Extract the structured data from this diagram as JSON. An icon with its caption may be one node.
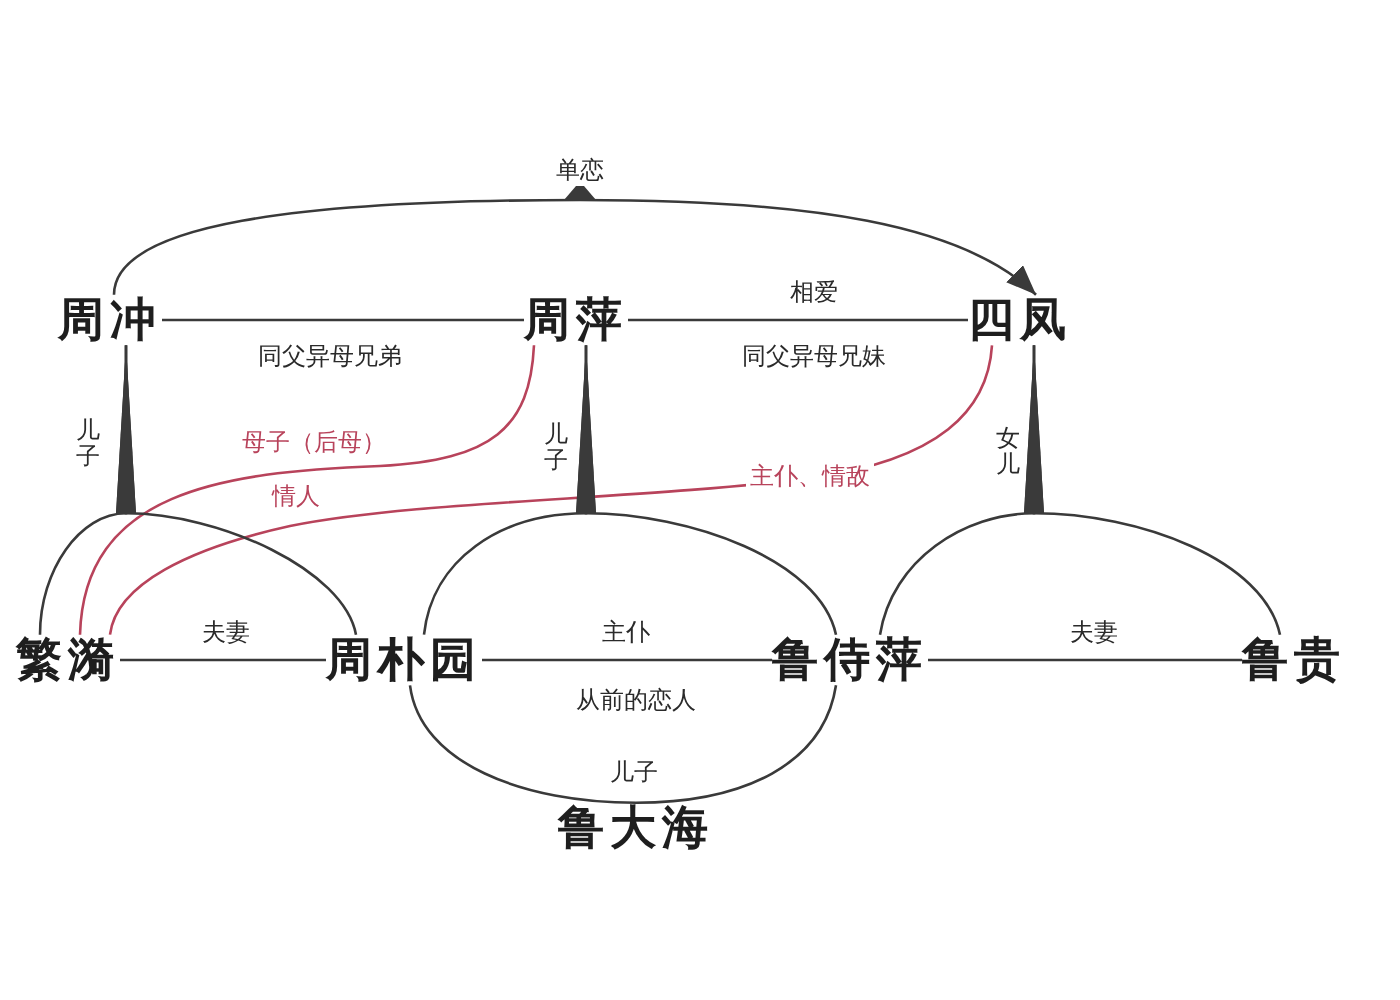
{
  "diagram": {
    "nodes": [
      {
        "text": [
          "周冲"
        ]
      },
      {
        "text": [
          "周萍"
        ]
      },
      {
        "text": [
          "四凤"
        ]
      },
      {
        "text": [
          "繁漪"
        ]
      },
      {
        "text": [
          "周朴园"
        ]
      },
      {
        "text": [
          "鲁侍萍"
        ]
      },
      {
        "text": [
          "鲁贵"
        ]
      },
      {
        "text": [
          "鲁大海"
        ]
      }
    ],
    "edges": [
      {
        "from": 0,
        "to": 2,
        "arrow": "to",
        "label": "单恋"
      },
      {
        "from": 0,
        "to": 1,
        "arrow": "none",
        "label": "同父异母兄弟"
      },
      {
        "from": 1,
        "to": 2,
        "arrow": "none",
        "label": "相爱"
      },
      {
        "from": 1,
        "to": 3,
        "arrow": "none",
        "label": "母子（后母）",
        "color": "#b8435b"
      },
      {
        "from": 2,
        "to": 3,
        "arrow": "none",
        "label": "主仆、情敌",
        "color": "#b8435b"
      },
      {
        "from": 3,
        "to": 4,
        "arrow": "none",
        "label": "夫妻"
      },
      {
        "from": 4,
        "to": 5,
        "arrow": "none",
        "label": "主仆"
      },
      {
        "from": 5,
        "to": 6,
        "arrow": "none",
        "label": "夫妻"
      },
      {
        "from": 3,
        "to": 0,
        "arrow": "to",
        "label": "儿子"
      },
      {
        "from": 4,
        "to": 0,
        "arrow": "to"
      },
      {
        "from": 4,
        "to": 1,
        "arrow": "to",
        "label": "儿子"
      },
      {
        "from": 5,
        "to": 1,
        "arrow": "to"
      },
      {
        "from": 5,
        "to": 2,
        "arrow": "to",
        "label": "女儿"
      },
      {
        "from": 6,
        "to": 2,
        "arrow": "to"
      },
      {
        "from": 4,
        "to": 7,
        "arrow": "none",
        "label": "儿子"
      },
      {
        "from": 5,
        "to": 7,
        "arrow": "none"
      }
    ],
    "labels": [
      "同父异母兄妹",
      "情人",
      "从前的恋人"
    ]
  }
}
